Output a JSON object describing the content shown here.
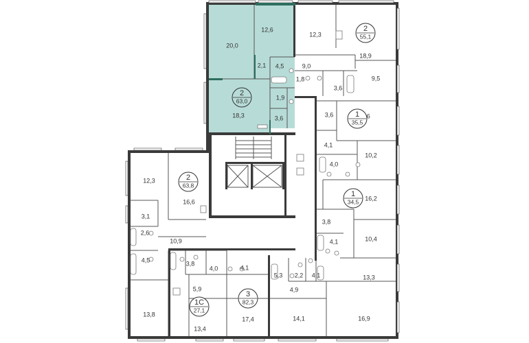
{
  "colors": {
    "highlight": "#b7dcd8",
    "wall": "#3a3a3a",
    "text": "#333333",
    "green_mark": "#2f6e5f"
  },
  "apartments": [
    {
      "type": "2",
      "area": "63,0",
      "highlighted": true
    },
    {
      "type": "2",
      "area": "55,1",
      "highlighted": false
    },
    {
      "type": "1",
      "area": "35,5",
      "highlighted": false
    },
    {
      "type": "2",
      "area": "63,8",
      "highlighted": false
    },
    {
      "type": "1",
      "area": "34,5",
      "highlighted": false
    },
    {
      "type": "1С",
      "area": "27,1",
      "highlighted": false
    },
    {
      "type": "3",
      "area": "82,3",
      "highlighted": false
    }
  ],
  "rooms": [
    "20,0",
    "12,6",
    "2,1",
    "4,5",
    "1,9",
    "18,3",
    "3,6",
    "12,3",
    "9,0",
    "1,8",
    "3,6",
    "18,9",
    "9,5",
    "3,6",
    "13,6",
    "4,1",
    "4,0",
    "10,2",
    "12,3",
    "16,6",
    "3,1",
    "2,6",
    "10,9",
    "4,5",
    "16,2",
    "3,8",
    "4,1",
    "10,4",
    "3,8",
    "4,0",
    "4,1",
    "5,3",
    "2,2",
    "4,1",
    "13,3",
    "5,9",
    "4,9",
    "13,8",
    "13,4",
    "17,4",
    "14,1",
    "16,9"
  ]
}
